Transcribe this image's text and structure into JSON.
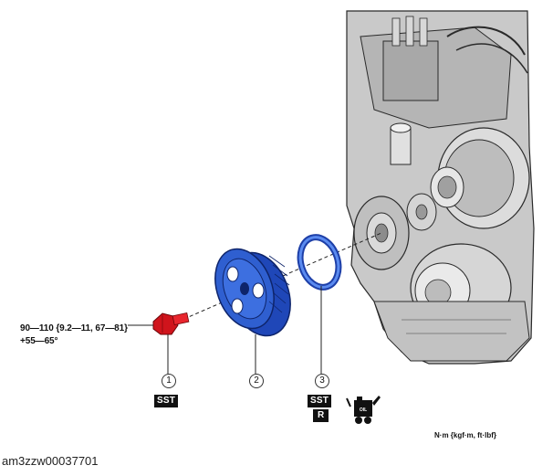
{
  "torque": {
    "line1": "90—110 {9.2—11, 67—81}",
    "line2": "+55—65°"
  },
  "callouts": [
    "1",
    "2",
    "3"
  ],
  "badges": {
    "sst1": "SST",
    "sst3": "SST",
    "replace": "R"
  },
  "oil_icon_label": "OIL",
  "units_note": "N·m {kgf·m, ft·lbf}",
  "figure_id": "am3zzw00037701",
  "colors": {
    "bolt": "#d0141c",
    "pulley": "#2f5fd0",
    "seal": "#3a6ee0",
    "engine": "#9a9a9a"
  }
}
